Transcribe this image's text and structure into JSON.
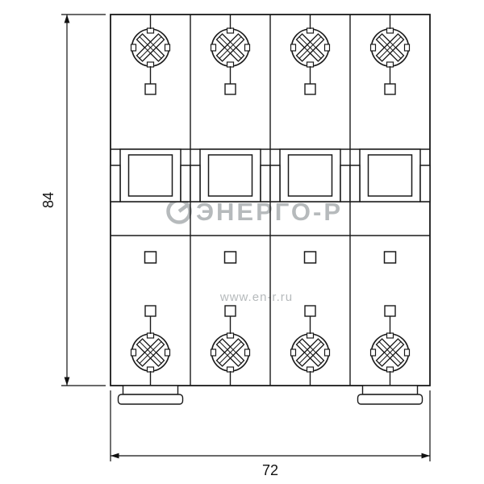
{
  "drawing": {
    "dimension_height": "84",
    "dimension_width": "72",
    "watermark_brand": "ЭНЕРГО-Р",
    "watermark_url": "www.en-r.ru",
    "watermark_color": "#b6babc",
    "line_color": "#1a1a1a",
    "background_color": "#ffffff"
  }
}
